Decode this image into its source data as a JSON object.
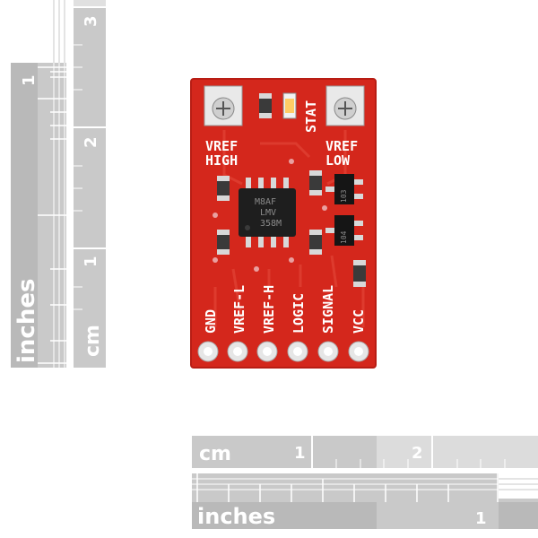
{
  "rulers": {
    "vertical": {
      "unit_top": "inches",
      "unit_cm": "cm",
      "inch_numbers": [
        "1"
      ],
      "cm_numbers": [
        "3",
        "2",
        "1"
      ]
    },
    "horizontal": {
      "unit_cm": "cm",
      "unit_inches": "inches",
      "cm_numbers": [
        "1",
        "2"
      ],
      "inch_numbers": [
        "1"
      ]
    }
  },
  "board": {
    "color": "#d4271c",
    "top_labels": {
      "vref_high_1": "VREF",
      "vref_high_2": "HIGH",
      "vref_low_1": "VREF",
      "vref_low_2": "LOW",
      "stat": "STAT"
    },
    "chip": {
      "line1": "M8AF",
      "line2": "LMV",
      "line3": "358M"
    },
    "pins": [
      "GND",
      "VREF-L",
      "VREF-H",
      "LOGIC",
      "SIGNAL",
      "VCC"
    ],
    "resistor_codes": [
      "103",
      "104"
    ]
  }
}
